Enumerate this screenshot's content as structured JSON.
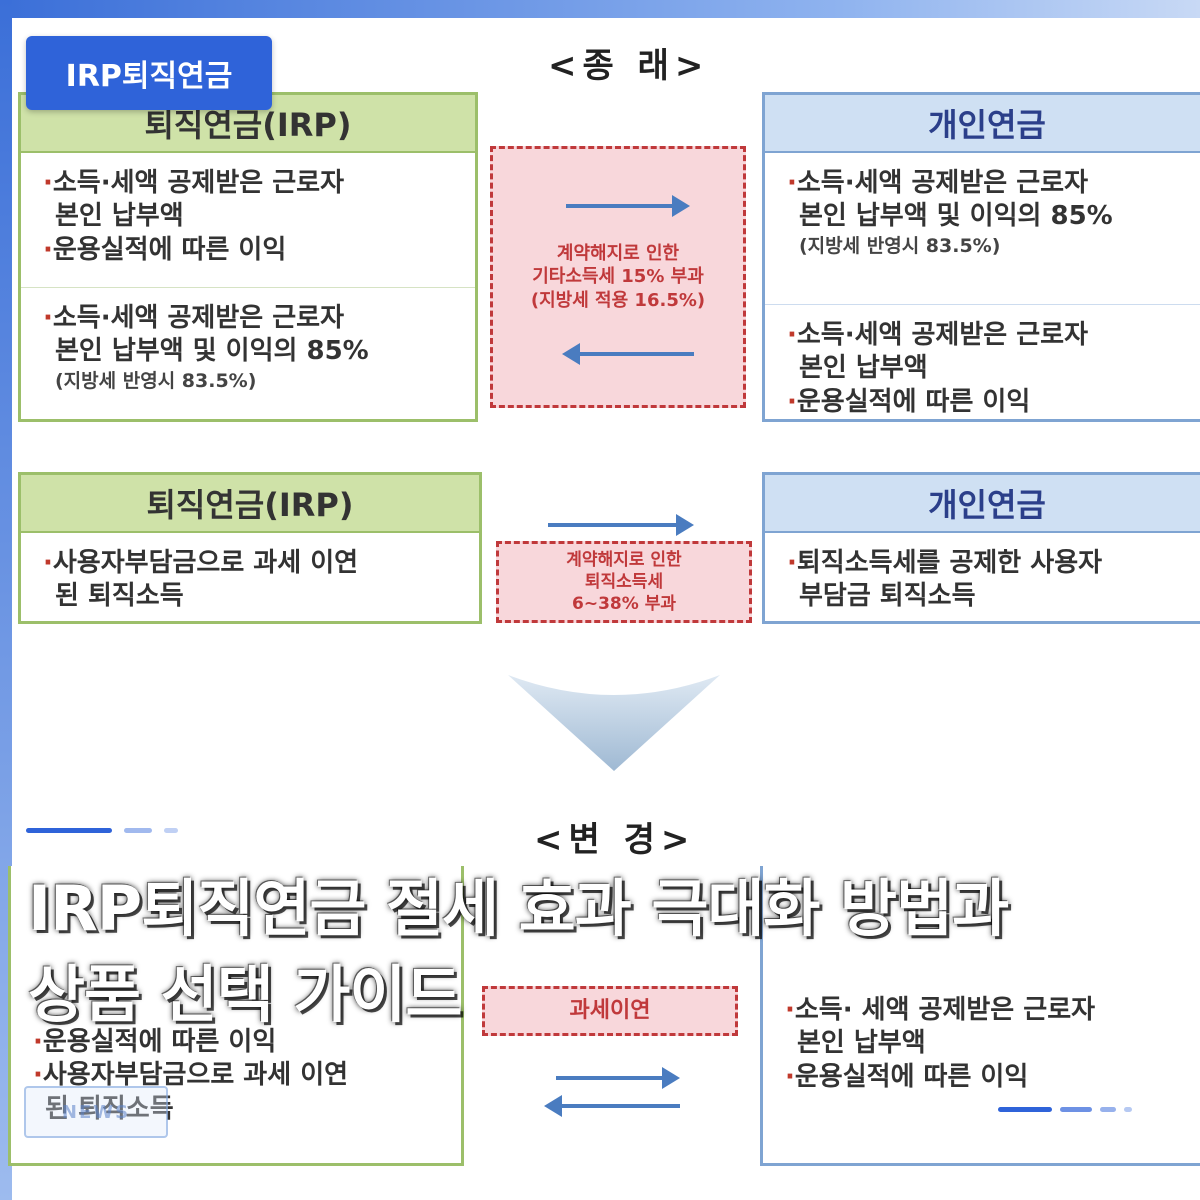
{
  "tag": "IRP퇴직연금",
  "before": {
    "heading": "<종 래>",
    "row1": {
      "left_title": "퇴직연금(IRP)",
      "left_items": [
        [
          "소득·세액 공제받은 근로자",
          "본인 납부액"
        ],
        [
          "운용실적에 따른 이익"
        ]
      ],
      "left_items2": [
        [
          "소득·세액 공제받은 근로자",
          "본인 납부액 및 이익의 85%"
        ]
      ],
      "left_note2": "(지방세 반영시 83.5%)",
      "middle": [
        "계약해지로 인한",
        "기타소득세 15% 부과",
        "(지방세 적용 16.5%)"
      ],
      "right_title": "개인연금",
      "right_items": [
        [
          "소득·세액 공제받은 근로자",
          "본인 납부액 및 이익의 85%"
        ]
      ],
      "right_note": "(지방세 반영시 83.5%)",
      "right_items2": [
        [
          "소득·세액 공제받은 근로자",
          "본인 납부액"
        ],
        [
          "운용실적에 따른 이익"
        ]
      ]
    },
    "row2": {
      "left_title": "퇴직연금(IRP)",
      "left_items": [
        [
          "사용자부담금으로 과세 이연",
          "된 퇴직소득"
        ]
      ],
      "middle": [
        "계약해지로 인한",
        "퇴직소득세",
        "6~38% 부과"
      ],
      "right_title": "개인연금",
      "right_items": [
        [
          "퇴직소득세를 공제한 사용자",
          "부담금 퇴직소득"
        ]
      ]
    }
  },
  "after": {
    "heading": "<변 경>",
    "middle": "과세이연",
    "left_items": [
      [
        "운용실적에 따른 이익"
      ],
      [
        "사용자부담금으로 과세 이연",
        "된 퇴직소득"
      ]
    ],
    "right_items": [
      [
        "소득· 세액 공제받은 근로자",
        "본인 납부액"
      ],
      [
        "운용실적에 따른 이익"
      ]
    ]
  },
  "title": {
    "line1": "IRP퇴직연금 절세 효과 극대화 방법과",
    "line2": "상품 선택 가이드"
  },
  "watermark": "NEWS",
  "colors": {
    "accent": "#2f63d9",
    "green_border": "#9cbf6a",
    "green_header": "#cfe2a8",
    "blue_border": "#7fa4d2",
    "blue_header": "#cfe0f3",
    "red": "#c0393b",
    "red_fill": "#f8d7db",
    "arrow": "#4a7cc0"
  }
}
